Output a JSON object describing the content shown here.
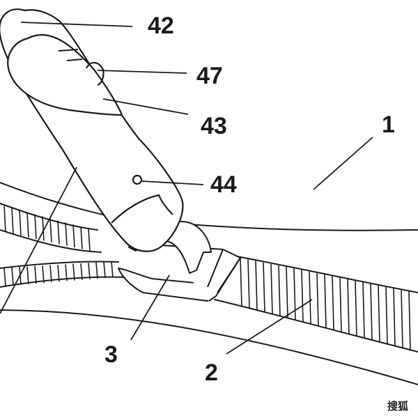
{
  "references": {
    "r42": "42",
    "r47": "47",
    "r43": "43",
    "r44": "44",
    "r1": "1",
    "r3": "3",
    "r2": "2"
  },
  "watermark": "搜狐",
  "colors": {
    "ink": "#1a1a1a",
    "background": "#ffffff"
  }
}
